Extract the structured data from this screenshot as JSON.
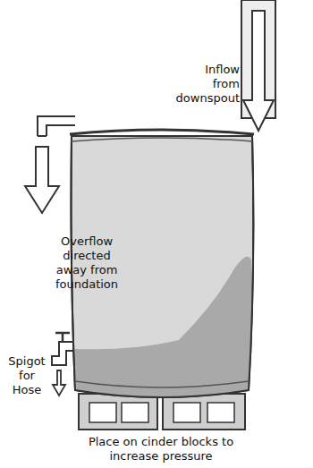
{
  "diagram": {
    "labels": [
      "Inflow from downspout",
      "Overflow directed away from foundation",
      "Spigot for Hose",
      "Place on cinder blocks to increase pressure"
    ]
  }
}
